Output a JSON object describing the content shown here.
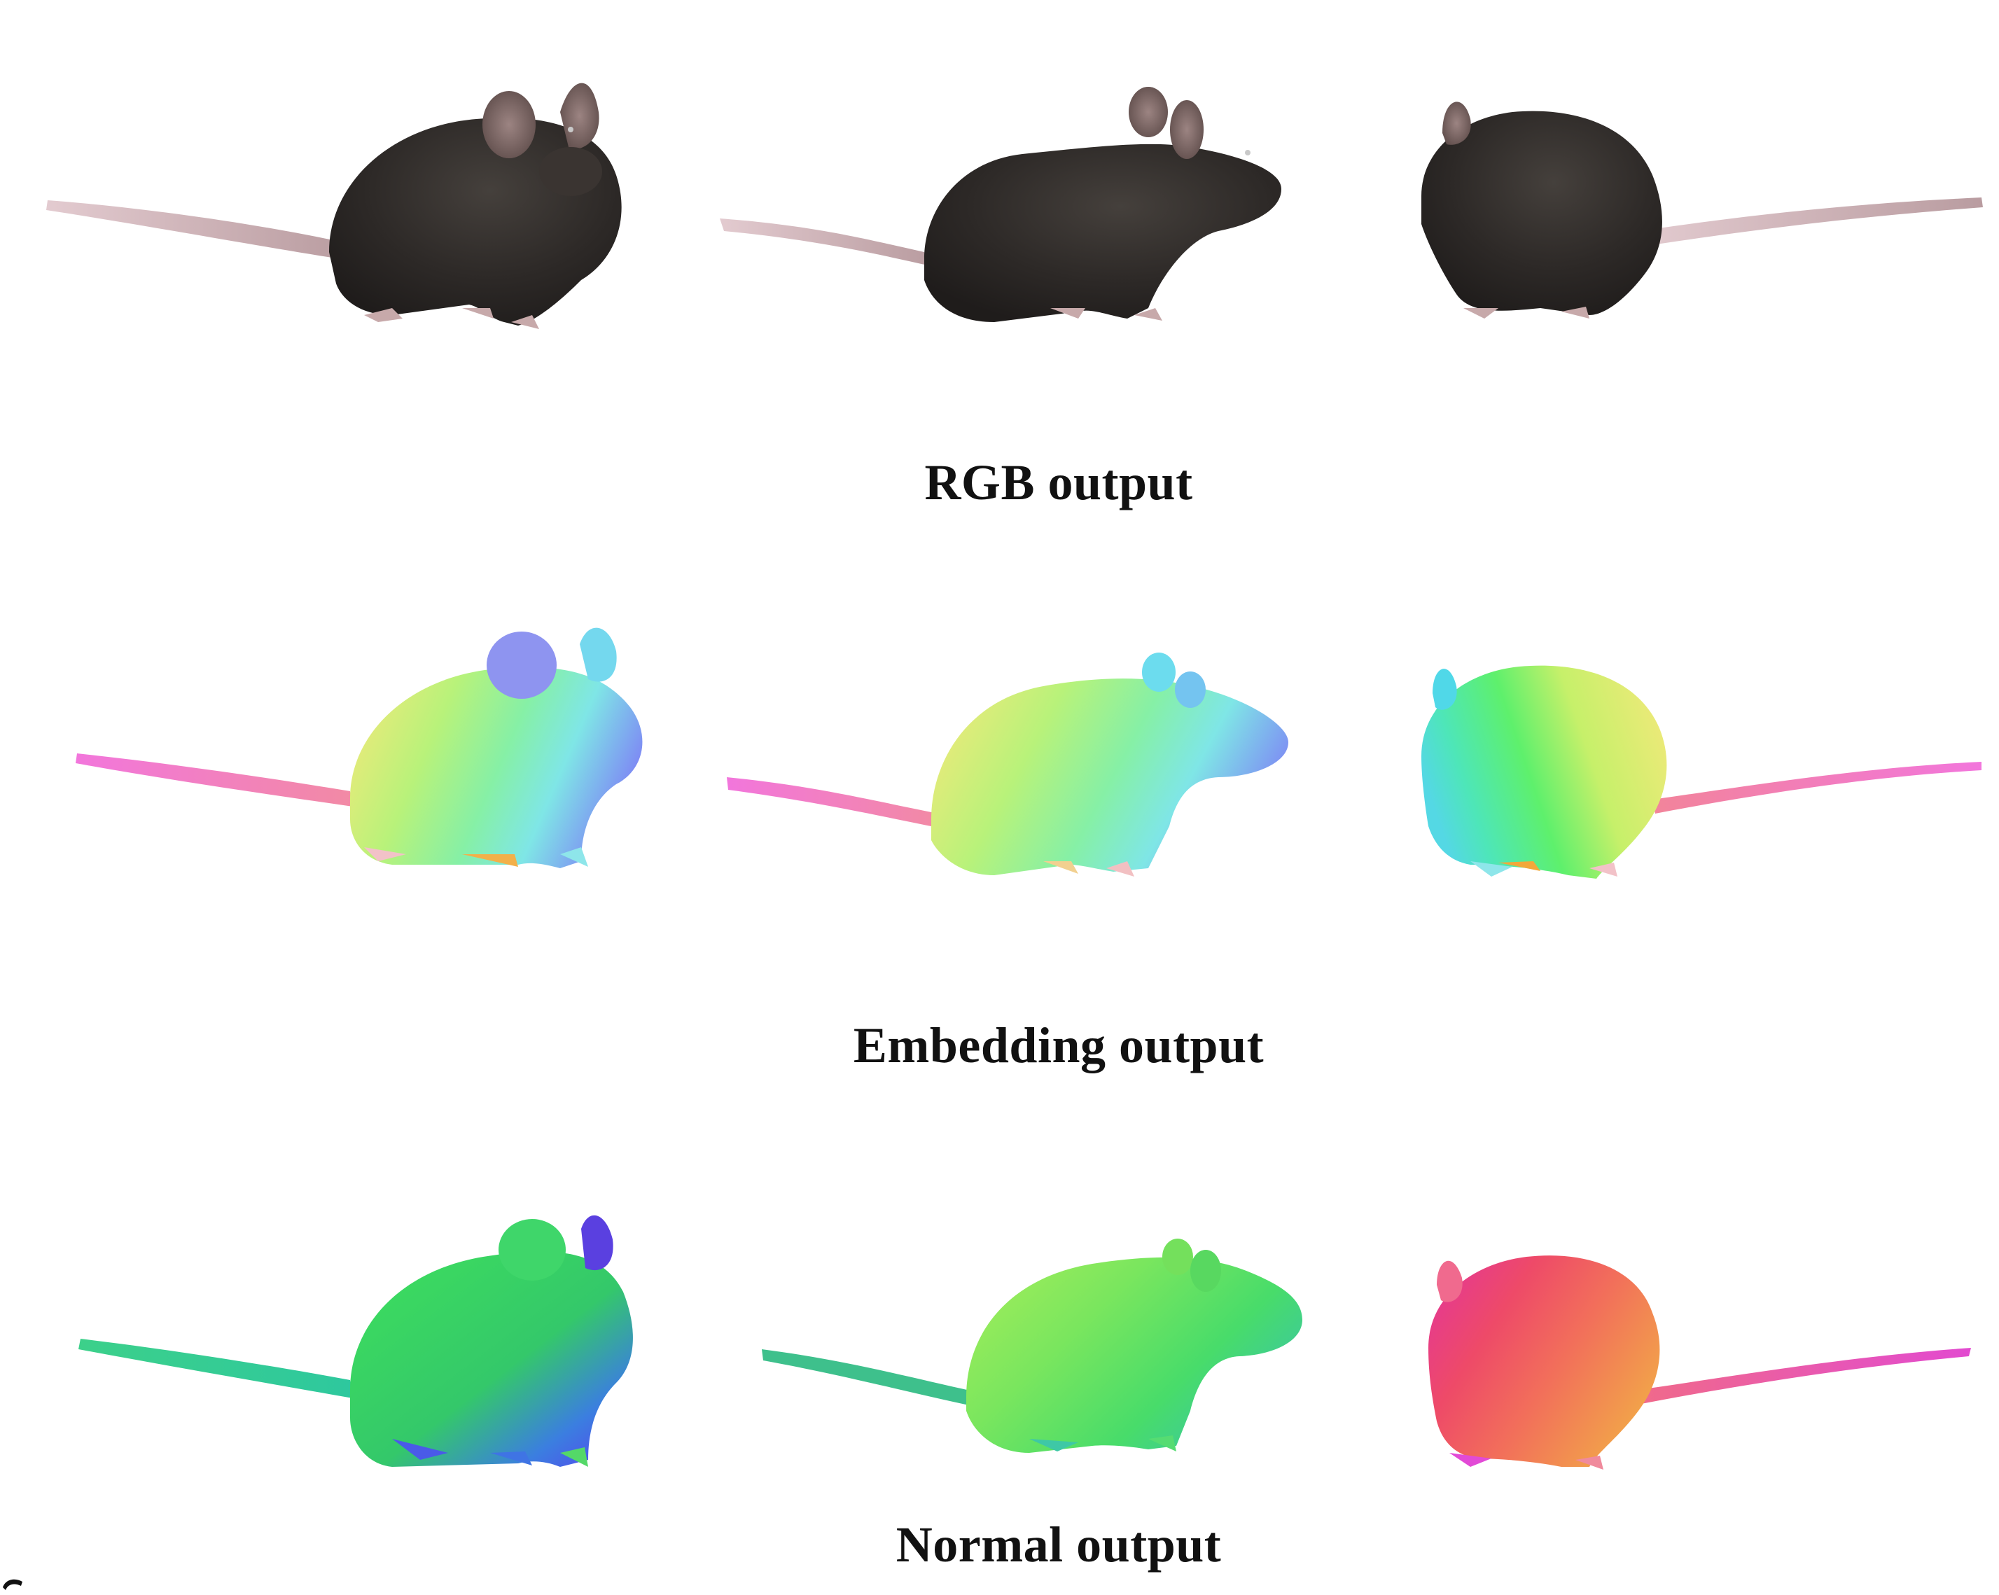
{
  "figure": {
    "rows": [
      {
        "id": "rgb",
        "caption": "RGB output",
        "fill_style": "dark-fur",
        "panels": [
          "view-facing-right-sitting",
          "view-facing-right-walking",
          "view-facing-left"
        ]
      },
      {
        "id": "embedding",
        "caption": "Embedding output",
        "fill_style": "embedding-rainbow",
        "panels": [
          "view-facing-right-sitting",
          "view-facing-right-walking",
          "view-facing-left"
        ]
      },
      {
        "id": "normal",
        "caption": "Normal output",
        "fill_style": "normal-map",
        "panels": [
          "view-facing-right-sitting",
          "view-facing-right-walking",
          "view-facing-left"
        ]
      }
    ],
    "colors": {
      "fur_dark": "#2b2826",
      "fur_mid": "#3d3835",
      "ear_pink": "#8a6f6d",
      "tail_pink": "#d9bcbf",
      "emb_green": "#7cf28c",
      "emb_yellow": "#e8ef7a",
      "emb_cyan": "#7fe7e6",
      "emb_blue": "#7d86f5",
      "emb_pink": "#f27ad6",
      "norm_green": "#3fd65a",
      "norm_blue": "#5a4cf0",
      "norm_red": "#f0525e",
      "norm_magenta": "#e23cc0",
      "norm_orange": "#f08a4a"
    }
  }
}
